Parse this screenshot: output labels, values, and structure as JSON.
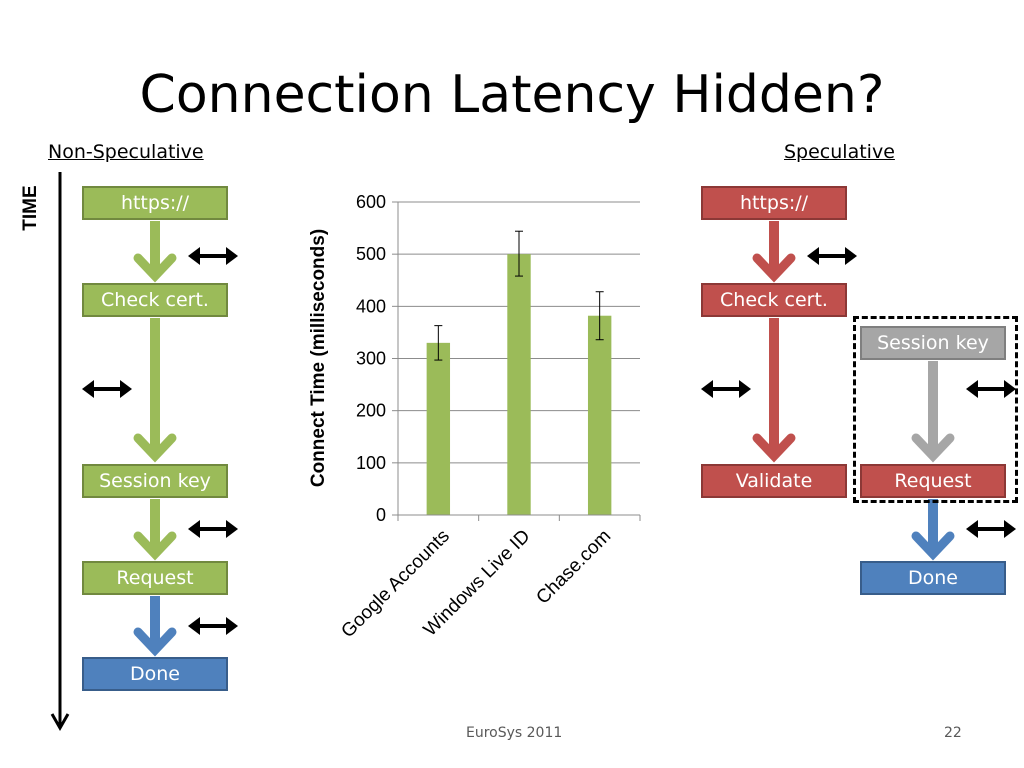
{
  "slide": {
    "title": "Connection Latency Hidden?",
    "footer_center": "EuroSys 2011",
    "page_number": "22"
  },
  "non_speculative": {
    "heading": "Non-Speculative",
    "time_label": "TIME",
    "steps": [
      "https://",
      "Check cert.",
      "Session key",
      "Request",
      "Done"
    ]
  },
  "speculative": {
    "heading": "Speculative",
    "main_steps": [
      "https://",
      "Check cert.",
      "Validate"
    ],
    "parallel_steps": [
      "Session key",
      "Request",
      "Done"
    ]
  },
  "colors": {
    "green": "#9bbb59",
    "red": "#c0504d",
    "gray": "#a6a6a6",
    "blue": "#4f81bd"
  },
  "chart_data": {
    "type": "bar",
    "categories": [
      "Google Accounts",
      "Windows Live ID",
      "Chase.com"
    ],
    "values": [
      330,
      500,
      382
    ],
    "error_low": [
      297,
      458,
      336
    ],
    "error_high": [
      363,
      544,
      428
    ],
    "ylabel": "Connect Time (milliseconds)",
    "ylim": [
      0,
      600
    ],
    "yticks": [
      0,
      100,
      200,
      300,
      400,
      500,
      600
    ],
    "grid": true,
    "bar_color": "#9bbb59"
  }
}
